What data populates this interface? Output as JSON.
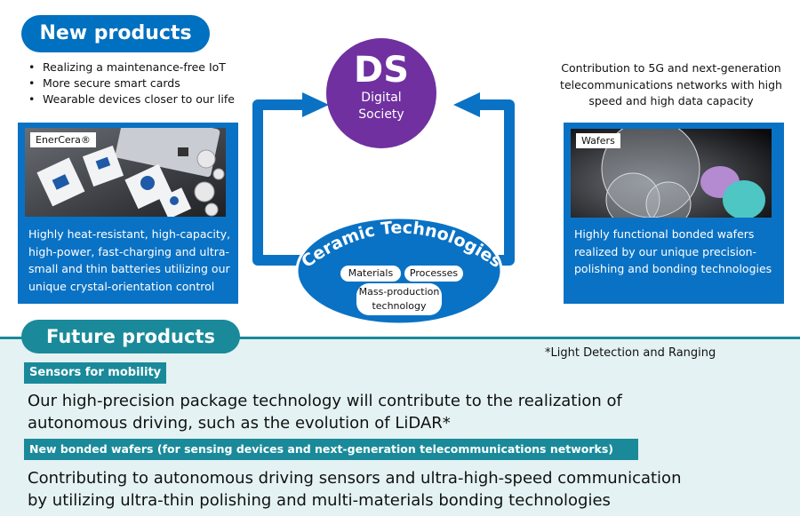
{
  "new_products": {
    "title": "New products",
    "bullets": [
      "Realizing a maintenance-free IoT",
      "More secure smart cards",
      "Wearable devices closer to our life"
    ],
    "card": {
      "tag": "EnerCera®",
      "description": "Highly heat-resistant, high-capacity, high-power, fast-charging and ultra-small and thin batteries utilizing our unique crystal-orientation control"
    }
  },
  "right": {
    "intro": "Contribution to 5G and next-generation telecommunications networks with high speed and high data capacity",
    "card": {
      "tag": "Wafers",
      "description": "Highly functional bonded wafers realized by our unique precision-polishing and bonding technologies"
    }
  },
  "center": {
    "ds_abbr": "DS",
    "ds_line1": "Digital",
    "ds_line2": "Society",
    "ceramic_title": "Ceramic Technologies",
    "chips": [
      "Materials",
      "Processes",
      "Mass-production technology"
    ]
  },
  "future": {
    "title": "Future products",
    "footnote": "*Light Detection and Ranging",
    "items": [
      {
        "label": "Sensors for mobility",
        "line1": "Our high-precision package technology will contribute to the realization of",
        "line2": "autonomous driving, such as the evolution of LiDAR*"
      },
      {
        "label": "New bonded wafers (for sensing devices and next-generation telecommunications networks)",
        "line1": "Contributing to autonomous driving sensors and ultra-high-speed communication",
        "line2": "by utilizing ultra-thin polishing and multi-materials bonding technologies"
      }
    ]
  },
  "colors": {
    "blue": "#0070c0",
    "purple": "#7030a0",
    "teal": "#1a8a9a",
    "future_bg": "#e4f2f3"
  }
}
